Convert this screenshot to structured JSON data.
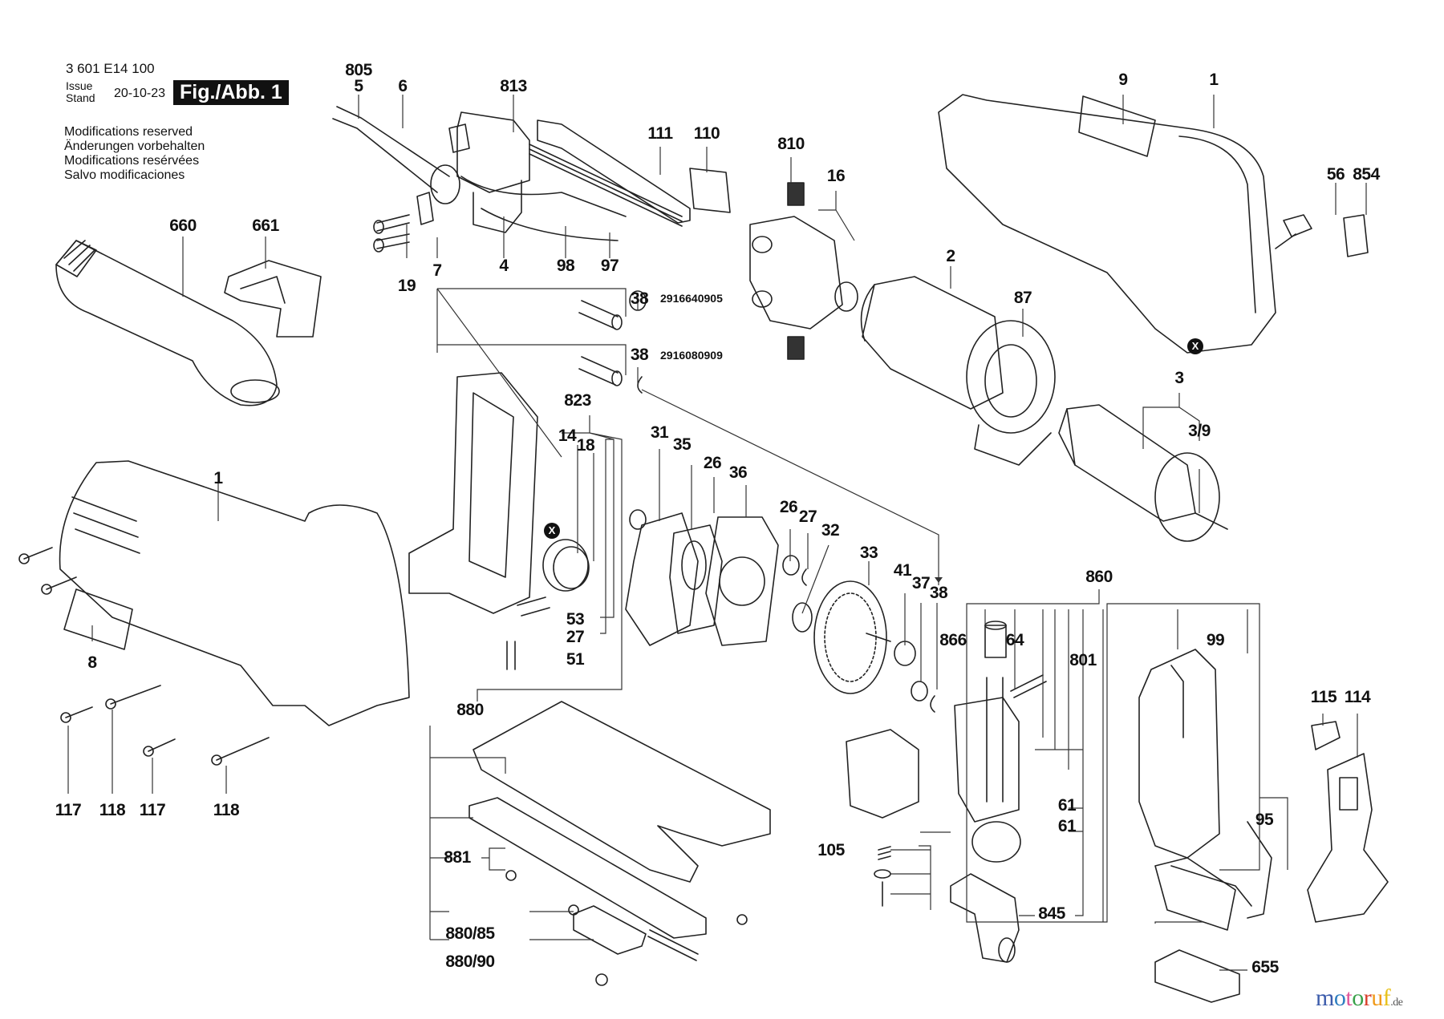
{
  "header": {
    "document_number": "3 601 E14 100",
    "issue_label_en": "Issue",
    "issue_label_de": "Stand",
    "issue_date": "20-10-23",
    "figure_label": "Fig./Abb. 1",
    "modifications": [
      "Modifications reserved",
      "Änderungen vorbehalten",
      "Modifications resérvées",
      "Salvo modificaciones"
    ]
  },
  "part_labels": [
    {
      "id": "805",
      "text": "805"
    },
    {
      "id": "5",
      "text": "5"
    },
    {
      "id": "6",
      "text": "6"
    },
    {
      "id": "813",
      "text": "813"
    },
    {
      "id": "111",
      "text": "111"
    },
    {
      "id": "110",
      "text": "110"
    },
    {
      "id": "19",
      "text": "19"
    },
    {
      "id": "7",
      "text": "7"
    },
    {
      "id": "4",
      "text": "4"
    },
    {
      "id": "98",
      "text": "98"
    },
    {
      "id": "97",
      "text": "97"
    },
    {
      "id": "660",
      "text": "660"
    },
    {
      "id": "661",
      "text": "661"
    },
    {
      "id": "810",
      "text": "810"
    },
    {
      "id": "16",
      "text": "16"
    },
    {
      "id": "9",
      "text": "9"
    },
    {
      "id": "1a",
      "text": "1"
    },
    {
      "id": "56",
      "text": "56"
    },
    {
      "id": "854",
      "text": "854"
    },
    {
      "id": "2",
      "text": "2"
    },
    {
      "id": "87",
      "text": "87"
    },
    {
      "id": "3",
      "text": "3"
    },
    {
      "id": "3/9",
      "text": "3/9"
    },
    {
      "id": "38a",
      "text": "38"
    },
    {
      "id": "38b",
      "text": "38"
    },
    {
      "id": "823",
      "text": "823"
    },
    {
      "id": "14",
      "text": "14"
    },
    {
      "id": "18",
      "text": "18"
    },
    {
      "id": "31",
      "text": "31"
    },
    {
      "id": "35",
      "text": "35"
    },
    {
      "id": "26a",
      "text": "26"
    },
    {
      "id": "36",
      "text": "36"
    },
    {
      "id": "26b",
      "text": "26"
    },
    {
      "id": "27a",
      "text": "27"
    },
    {
      "id": "32",
      "text": "32"
    },
    {
      "id": "33",
      "text": "33"
    },
    {
      "id": "41",
      "text": "41"
    },
    {
      "id": "37",
      "text": "37"
    },
    {
      "id": "38c",
      "text": "38"
    },
    {
      "id": "53",
      "text": "53"
    },
    {
      "id": "27b",
      "text": "27"
    },
    {
      "id": "51",
      "text": "51"
    },
    {
      "id": "1b",
      "text": "1"
    },
    {
      "id": "8",
      "text": "8"
    },
    {
      "id": "117a",
      "text": "117"
    },
    {
      "id": "118a",
      "text": "118"
    },
    {
      "id": "117b",
      "text": "117"
    },
    {
      "id": "118b",
      "text": "118"
    },
    {
      "id": "880",
      "text": "880"
    },
    {
      "id": "881",
      "text": "881"
    },
    {
      "id": "880/85",
      "text": "880/85"
    },
    {
      "id": "880/90",
      "text": "880/90"
    },
    {
      "id": "860",
      "text": "860"
    },
    {
      "id": "866",
      "text": "866"
    },
    {
      "id": "64",
      "text": "64"
    },
    {
      "id": "801",
      "text": "801"
    },
    {
      "id": "99",
      "text": "99"
    },
    {
      "id": "61a",
      "text": "61"
    },
    {
      "id": "61b",
      "text": "61"
    },
    {
      "id": "105",
      "text": "105"
    },
    {
      "id": "845",
      "text": "845"
    },
    {
      "id": "95",
      "text": "95"
    },
    {
      "id": "115",
      "text": "115"
    },
    {
      "id": "114",
      "text": "114"
    },
    {
      "id": "655",
      "text": "655"
    }
  ],
  "order_numbers": [
    {
      "part": "38",
      "number": "2916640905"
    },
    {
      "part": "38",
      "number": "2916080909"
    }
  ],
  "reference_marks": [
    "X",
    "X"
  ],
  "watermark": {
    "letters": [
      "m",
      "o",
      "t",
      "o",
      "r",
      "u",
      "f"
    ],
    "colors": [
      "#3b5bab",
      "#2f7fc1",
      "#e0559a",
      "#3aa04a",
      "#d9402c",
      "#f09a1a",
      "#e8c21c"
    ],
    "suffix": ".de"
  }
}
